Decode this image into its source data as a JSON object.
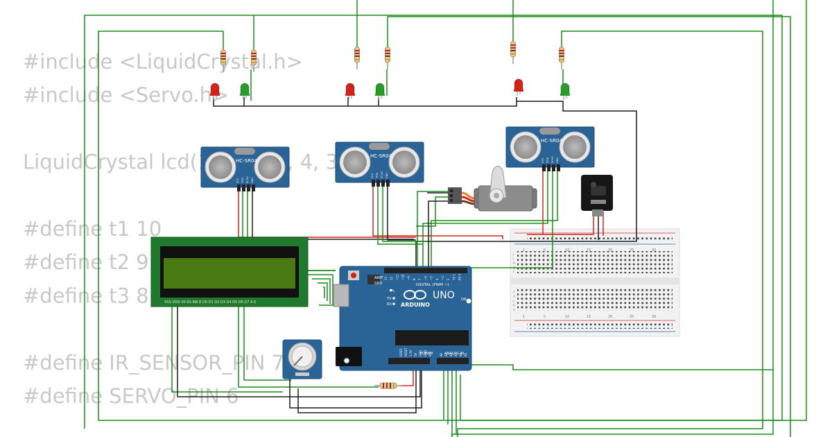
{
  "code_lines": [
    "#include <LiquidCrystal.h>",
    "#include <Servo.h>",
    "",
    "LiquidCrystal lcd(12, 11, 5, 4, 3, 2);",
    "",
    "#define t1 10",
    "#define t2 9",
    "#define t3 8",
    "",
    "#define IR_SENSOR_PIN 7",
    "#define SERVO_PIN 6"
  ],
  "sensors": {
    "label": "HC-SR04",
    "pins": [
      "VCC",
      "TRIG",
      "ECHO",
      "GND"
    ]
  },
  "arduino": {
    "brand": "ARDUINO",
    "model": "UNO",
    "digital_label": "DIGITAL (PWM ~)",
    "analog_label": "ANALOG IN",
    "power_label": "POWER",
    "aref": "AREF",
    "gnd": "GND",
    "on": "ON",
    "tx": "TX",
    "rx": "RX",
    "l": "L",
    "power_pins": [
      "IOREF",
      "RESET",
      "3.3V",
      "5V",
      "GND",
      "GND",
      "Vin"
    ],
    "analog_pins": [
      "A0",
      "A1",
      "A2",
      "A3",
      "A4",
      "A5"
    ],
    "digital_pins": [
      "13",
      "12",
      "~11",
      "~10",
      "~9",
      "8",
      "7",
      "~6",
      "~5",
      "4",
      "~3",
      "2",
      "TX 1",
      "RX 0"
    ]
  },
  "lcd": {
    "pin_labels": "VSS VDD V0 RS RW E D0 D1 D2 D3 D4 D5 D6 D7 A K"
  },
  "breadboard": {
    "col_numbers": [
      "1",
      "5",
      "10",
      "15",
      "20",
      "25",
      "30"
    ],
    "rows_top": [
      "j",
      "i",
      "h",
      "g",
      "f"
    ],
    "rows_bottom": [
      "e",
      "d",
      "c",
      "b",
      "a"
    ]
  },
  "colors": {
    "wire_green": "#1a8a1a",
    "wire_red": "#d0241b",
    "wire_black": "#1a1a1a",
    "pcb_blue": "#2a6496",
    "lcd_green": "#1f7a2d",
    "lcd_screen": "#4a7a14"
  }
}
